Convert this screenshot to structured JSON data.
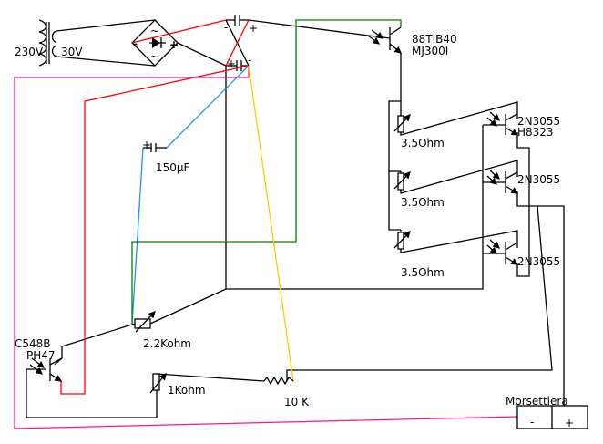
{
  "transformer": {
    "primary": "230V",
    "secondary": "30V"
  },
  "bridge": {
    "minus": "-",
    "plus": "+"
  },
  "capacitors": {
    "c1_minus": "-",
    "c1_plus": "+",
    "c2_plus": "+",
    "c2_minus": "-",
    "c3_value": "150µF",
    "c3_plus": "+"
  },
  "driver_transistor": {
    "line1": "88TIB40",
    "line2": "MJ300I"
  },
  "power_transistors": [
    {
      "line1": "2N3055",
      "line2": "H8323"
    },
    {
      "line1": "2N3055"
    },
    {
      "line1": "2N3055"
    }
  ],
  "resistors": [
    "3.5Ohm",
    "3.5Ohm",
    "3.5Ohm"
  ],
  "pot_2k2": "2.2Kohm",
  "pot_1k": "1Kohm",
  "res_10k": "10 K",
  "small_transistor": {
    "line1": "C548B",
    "line2": "PH47"
  },
  "terminal": {
    "label": "Morsettiera",
    "minus": "-",
    "plus": "+"
  },
  "wire_colors": {
    "black": "#000000",
    "red": "#ff0000",
    "pink": "#ff1493",
    "blue": "#1e90ff",
    "green": "#008000",
    "yellow": "#ffcc00"
  }
}
